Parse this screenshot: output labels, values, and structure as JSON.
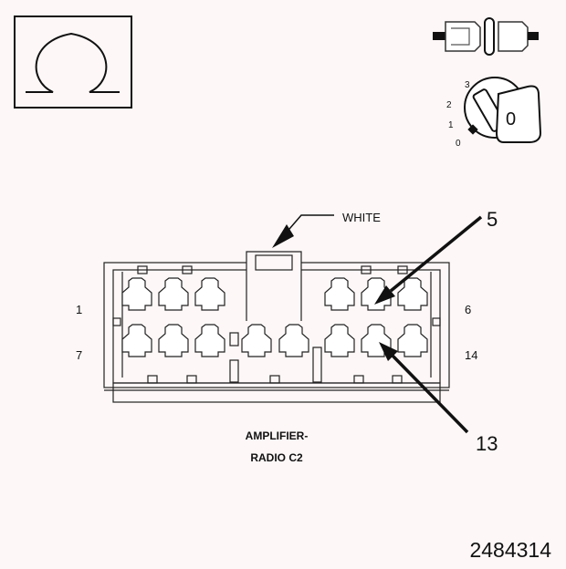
{
  "symbol": {
    "name": "ohm-icon",
    "glyph": "Ω"
  },
  "switch_positions": [
    "3",
    "2",
    "1",
    "0"
  ],
  "key_label": "0",
  "connector": {
    "color_label": "WHITE",
    "pin_labels": {
      "top_left": "1",
      "top_right": "6",
      "bottom_left": "7",
      "bottom_right": "14"
    },
    "callouts": {
      "upper": "5",
      "lower": "13"
    },
    "caption_line1": "AMPLIFIER-",
    "caption_line2": "RADIO C2"
  },
  "figure_number": "2484314"
}
